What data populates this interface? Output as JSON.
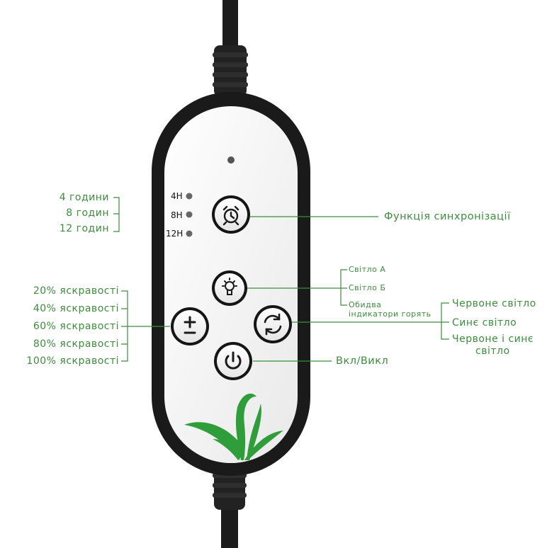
{
  "timer": {
    "indicators": [
      "4H",
      "8H",
      "12H"
    ],
    "labels": [
      "4 години",
      "8 годин",
      "12 годин"
    ]
  },
  "sync": {
    "label": "Функція синхронізації"
  },
  "light_mode": {
    "labels": [
      "Світло А",
      "Світло Б",
      "Обидва",
      "індикатори горять"
    ]
  },
  "brightness": {
    "labels": [
      "20% яскравості",
      "40% яскравості",
      "60% яскравості",
      "80% яскравості",
      "100% яскравості"
    ]
  },
  "color": {
    "labels": [
      "Червоне світло",
      "Синє світло",
      "Червоне і синє",
      "світло"
    ]
  },
  "power": {
    "label": "Вкл/Викл"
  },
  "colors": {
    "accent": "#3d8c3d",
    "body": "#1a1a1a",
    "panel": "#f2f2f2"
  },
  "icons": [
    "alarm-clock-icon",
    "bulb-icon",
    "plus-minus-icon",
    "refresh-icon",
    "power-icon",
    "plant-icon"
  ]
}
